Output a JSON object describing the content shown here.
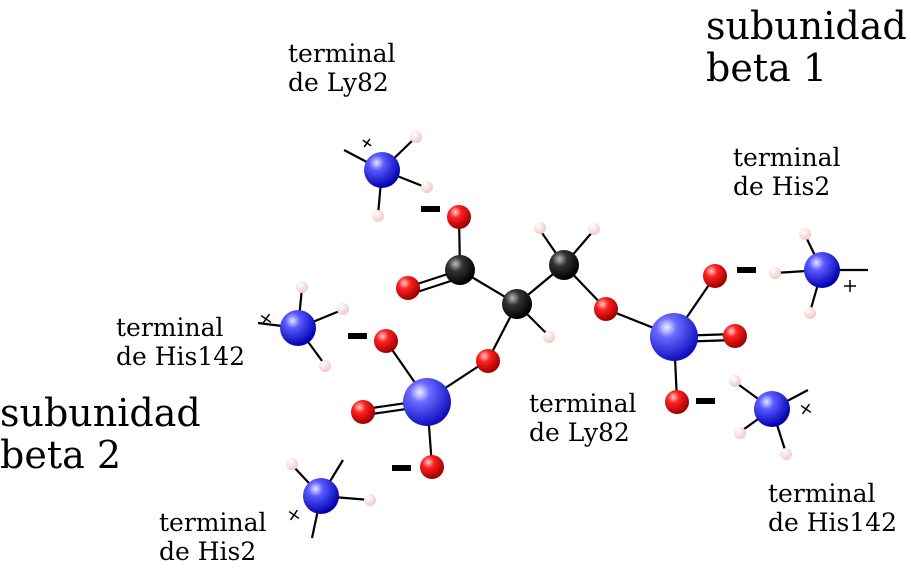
{
  "labels": {
    "subunit_beta1_line1": "subunidad",
    "subunit_beta1_line2": "beta 1",
    "subunit_beta2_line1": "subunidad",
    "subunit_beta2_line2": "beta 2",
    "term_ly82_top_line1": "terminal",
    "term_ly82_top_line2": "de Ly82",
    "term_his2_right_line1": "terminal",
    "term_his2_right_line2": "de His2",
    "term_his142_left_line1": "terminal",
    "term_his142_left_line2": "de His142",
    "term_ly82_center_line1": "terminal",
    "term_ly82_center_line2": "de Ly82",
    "term_his142_right_line1": "terminal",
    "term_his142_right_line2": "de His142",
    "term_his2_bottom_line1": "terminal",
    "term_his2_bottom_line2": "de His2"
  },
  "colors": {
    "nitrogen": "#1f1fe6",
    "oxygen": "#e60000",
    "carbon": "#111111",
    "phosphorus": "#2c2cf0",
    "hydrogen": "#f1d6d6"
  }
}
